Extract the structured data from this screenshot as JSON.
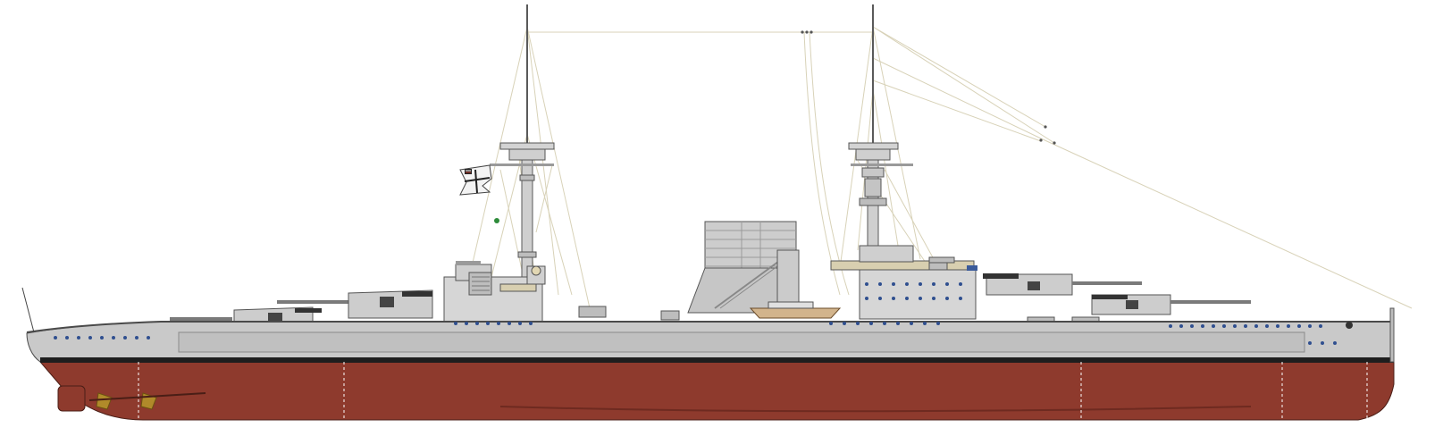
{
  "drawing": {
    "subject": "warship-side-profile",
    "view": "starboard",
    "hull_colors": {
      "upper": "#c9c9c9",
      "boot_topping": "#1e1e1e",
      "antifouling": "#8e3a2d",
      "antifouling_dark": "#6e2a20",
      "deck": "#bcbcbc",
      "superstructure": "#d6d6d6",
      "outline": "#4a4a4a",
      "rigging": "#d8d2b8",
      "portholes": "#2f4f8f",
      "propeller": "#b08a2a"
    },
    "turrets": [
      {
        "id": "A",
        "guns": 2
      },
      {
        "id": "B",
        "guns": 2
      },
      {
        "id": "C",
        "guns": 2
      },
      {
        "id": "D",
        "guns": 2
      }
    ],
    "masts": [
      {
        "id": "fore",
        "icon": "mast-icon"
      },
      {
        "id": "main",
        "icon": "mast-icon"
      }
    ],
    "funnel": {
      "count": 1,
      "icon": "funnel-icon"
    },
    "ensign": {
      "icon": "flag-icon"
    }
  }
}
